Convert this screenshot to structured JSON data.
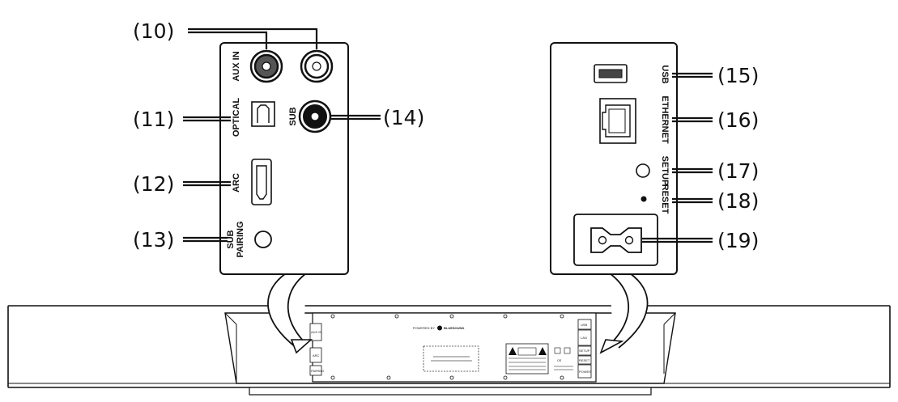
{
  "callouts": {
    "c10": "(10)",
    "c11": "(11)",
    "c12": "(12)",
    "c13": "(13)",
    "c14": "(14)",
    "c15": "(15)",
    "c16": "(16)",
    "c17": "(17)",
    "c18": "(18)",
    "c19": "(19)"
  },
  "left_panel": {
    "aux_in": "AUX IN",
    "optical": "OPTICAL",
    "sub": "SUB",
    "arc": "ARC",
    "sub_pairing_1": "SUB",
    "sub_pairing_2": "PAIRING"
  },
  "right_panel": {
    "usb": "USB",
    "ethernet": "ETHERNET",
    "setup": "SETUP",
    "reset": "RESET"
  },
  "soundbar": {
    "powered_by": "POWERED BY",
    "brand": "BLUESOUND",
    "left_tags": [
      "AUX IN",
      "ARC",
      "PAIRING"
    ],
    "right_tags": [
      "USB",
      "LAN",
      "SETUP",
      "RESET",
      "POWER"
    ]
  }
}
